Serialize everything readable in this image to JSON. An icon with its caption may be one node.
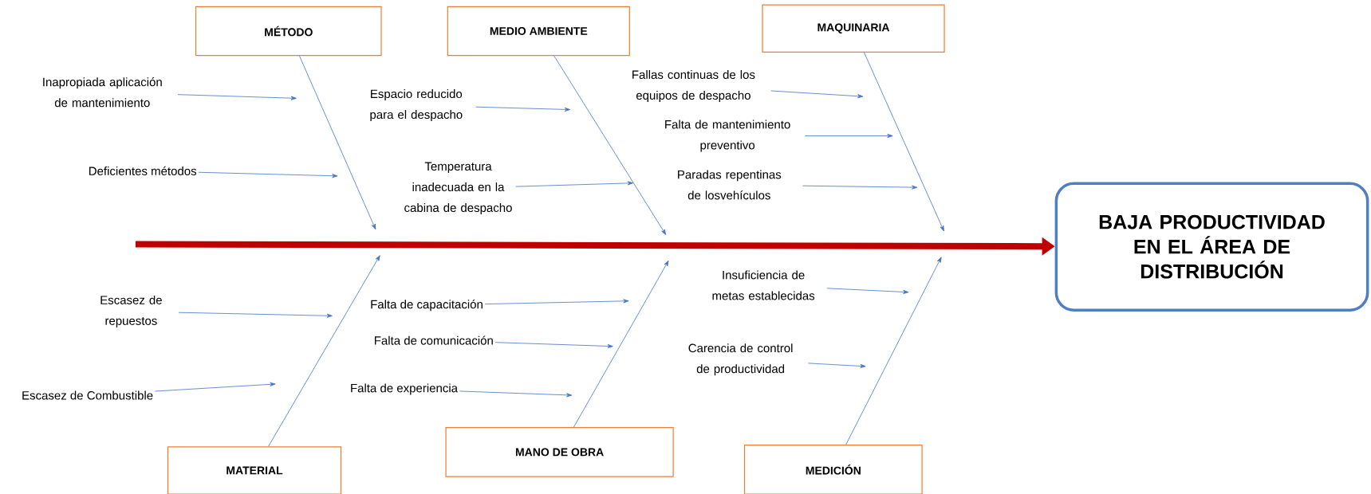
{
  "diagram": {
    "nodes": [
      {
        "text": [
          "MÉTODO"
        ]
      },
      {
        "text": [
          "MEDIO AMBIENTE"
        ]
      },
      {
        "text": [
          "MAQUINARIA"
        ]
      },
      {
        "text": [
          "MATERIAL"
        ]
      },
      {
        "text": [
          "MANO DE OBRA"
        ]
      },
      {
        "text": [
          "MEDICIÓN"
        ]
      },
      {
        "text": [
          "BAJA PRODUCTIVIDAD EN EL ÁREA DE DISTRIBUCIÓN"
        ]
      },
      {
        "text": [
          "Inapropiada aplicación de mantenimiento"
        ]
      },
      {
        "text": [
          "Deficientes métodos"
        ]
      },
      {
        "text": [
          "Espacio reducido para el despacho"
        ]
      },
      {
        "text": [
          "Temperatura inadecuada en la cabina de despacho"
        ]
      },
      {
        "text": [
          "Fallas continuas de los equipos de despacho"
        ]
      },
      {
        "text": [
          "Falta de mantenimiento preventivo"
        ]
      },
      {
        "text": [
          "Paradas repentinas de losvehículos"
        ]
      },
      {
        "text": [
          "Escasez de repuestos"
        ]
      },
      {
        "text": [
          "Escasez de Combustible"
        ]
      },
      {
        "text": [
          "Falta de capacitación"
        ]
      },
      {
        "text": [
          "Falta de comunicación"
        ]
      },
      {
        "text": [
          "Falta de experiencia"
        ]
      },
      {
        "text": [
          "Insuficiencia de metas establecidas"
        ]
      },
      {
        "text": [
          "Carencia de control de productividad"
        ]
      }
    ],
    "edges": [
      {
        "from": null,
        "to": 6,
        "arrow": "to",
        "style": "thick",
        "color": "#c00000"
      },
      {
        "from": 0,
        "to": null,
        "arrow": "to"
      },
      {
        "from": 1,
        "to": null,
        "arrow": "to"
      },
      {
        "from": 2,
        "to": null,
        "arrow": "to"
      },
      {
        "from": 3,
        "to": null,
        "arrow": "to"
      },
      {
        "from": 4,
        "to": null,
        "arrow": "to"
      },
      {
        "from": 5,
        "to": null,
        "arrow": "to"
      },
      {
        "from": 7,
        "to": null,
        "arrow": "to"
      },
      {
        "from": 8,
        "to": null,
        "arrow": "to"
      },
      {
        "from": 9,
        "to": null,
        "arrow": "to"
      },
      {
        "from": 10,
        "to": null,
        "arrow": "to"
      },
      {
        "from": 11,
        "to": null,
        "arrow": "to"
      },
      {
        "from": 12,
        "to": null,
        "arrow": "to"
      },
      {
        "from": 13,
        "to": null,
        "arrow": "to"
      },
      {
        "from": 14,
        "to": null,
        "arrow": "to"
      },
      {
        "from": 15,
        "to": null,
        "arrow": "to"
      },
      {
        "from": 16,
        "to": null,
        "arrow": "to"
      },
      {
        "from": 17,
        "to": null,
        "arrow": "to"
      },
      {
        "from": 18,
        "to": null,
        "arrow": "to"
      },
      {
        "from": 19,
        "to": null,
        "arrow": "to"
      },
      {
        "from": 20,
        "to": null,
        "arrow": "to"
      }
    ]
  }
}
